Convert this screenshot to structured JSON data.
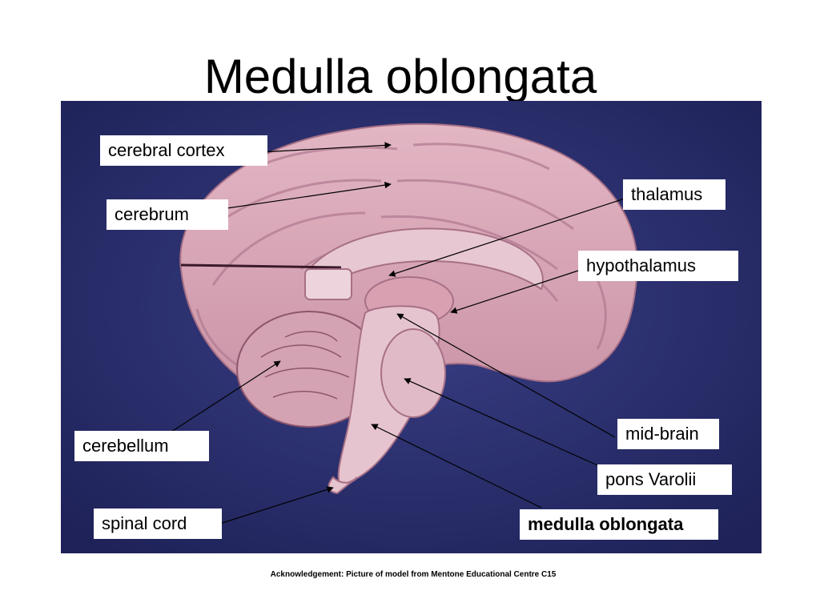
{
  "title": "Medulla oblongata",
  "labels": {
    "cerebral_cortex": "cerebral cortex",
    "cerebrum": "cerebrum",
    "thalamus": "thalamus",
    "hypothalamus": "hypothalamus",
    "cerebellum": "cerebellum",
    "mid_brain": "mid-brain",
    "pons_varolii": "pons Varolii",
    "spinal_cord": "spinal cord",
    "medulla_oblongata": "medulla oblongata"
  },
  "acknowledgement": "Acknowledgement: Picture of model from Mentone Educational Centre C15",
  "colors": {
    "background_photo": "#2a2f6e",
    "brain": "#d9a9b8",
    "brain_shadow": "#b98597",
    "label_box": "#ffffff",
    "arrow": "#000000"
  }
}
